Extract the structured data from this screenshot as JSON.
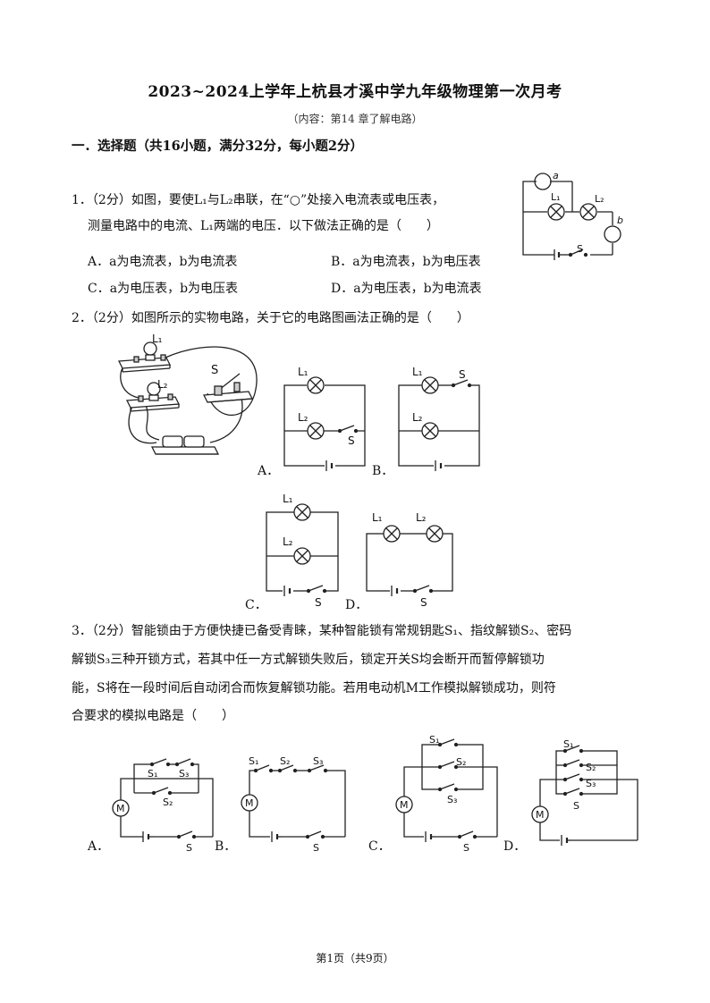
{
  "header": {
    "title": "2023~2024上学年上杭县才溪中学九年级物理第一次月考",
    "subtitle": "（内容：第14 章了解电路）"
  },
  "section": {
    "heading": "一．选择题（共16小题，满分32分，每小题2分）"
  },
  "questions": [
    {
      "number": "1．",
      "text_line1": "（2分）如图，要使L₁与L₂串联，在“○”处接入电流表或电压表，",
      "text_line2": "测量电路中的电流、L₁两端的电压．以下做法正确的是（　　）",
      "options": [
        {
          "label": "A．",
          "text": "a为电流表，b为电流表"
        },
        {
          "label": "B．",
          "text": "a为电流表，b为电压表"
        },
        {
          "label": "C．",
          "text": "a为电压表，b为电压表"
        },
        {
          "label": "D．",
          "text": "a为电压表，b为电流表"
        }
      ],
      "figure_labels": {
        "a": "a",
        "b": "b",
        "L1": "L₁",
        "L2": "L₂",
        "S": "S"
      }
    },
    {
      "number": "2．",
      "text_line1": "（2分）如图所示的实物电路，关于它的电路图画法正确的是（　　）",
      "option_labels": [
        "A．",
        "B．",
        "C．",
        "D．"
      ],
      "figure_labels": {
        "L1": "L₁",
        "L2": "L₂",
        "S": "S"
      }
    },
    {
      "number": "3．",
      "text_line1": "（2分）智能锁由于方便快捷已备受青睐，某种智能锁有常规钥匙S₁、指纹解锁S₂、密码",
      "text_line2": "解锁S₃三种开锁方式，若其中任一方式解锁失败后，锁定开关S均会断开而暂停解锁功",
      "text_line3": "能，S将在一段时间后自动闭合而恢复解锁功能。若用电动机M工作模拟解锁成功，则符",
      "text_line4": "合要求的模拟电路是（　　）",
      "option_labels": [
        "A．",
        "B．",
        "C．",
        "D．"
      ],
      "figure_labels": {
        "M": "M",
        "S": "S",
        "S1": "S₁",
        "S2": "S₂",
        "S3": "S₃"
      }
    }
  ],
  "footer": {
    "page": "第1页（共9页）"
  }
}
